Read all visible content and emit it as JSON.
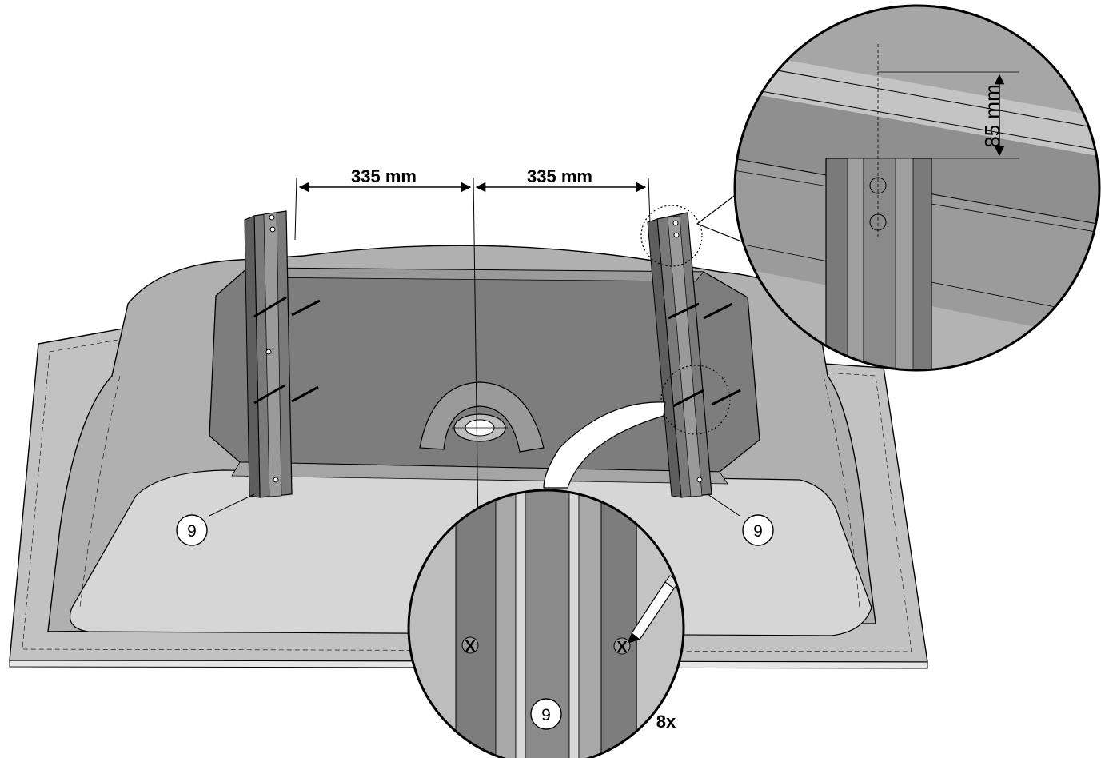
{
  "dimensions": {
    "left_spacing": "335 mm",
    "right_spacing": "335 mm",
    "hole_offset": "85 mm"
  },
  "callouts": {
    "left_rail": "9",
    "right_rail": "9",
    "detail_rail": "9"
  },
  "detail": {
    "mark_left": "X",
    "mark_right": "X",
    "quantity": "8x"
  },
  "colors": {
    "outline": "#000000",
    "tray": "#bdbdbd",
    "basin_floor": "#808080",
    "basin_wall": "#a8a8a8",
    "rail": "#7a7a7a",
    "background": "#ffffff"
  }
}
